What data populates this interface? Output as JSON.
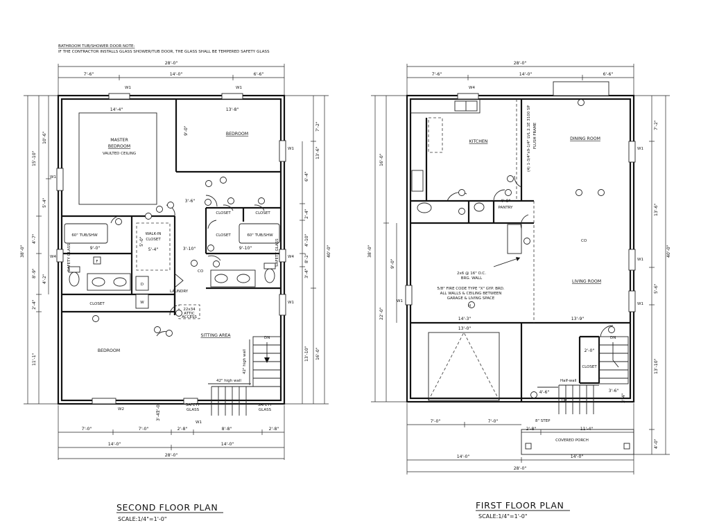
{
  "note": {
    "heading": "BATHROOM TUB/SHOWER DOOR NOTE:",
    "body": "IF THE CONTRACTOR INSTALLS GLASS SHOWER/TUB DOOR, THE GLASS SHALL BE TEMPERED SAFETY GLASS"
  },
  "second_floor": {
    "title": "SECOND FLOOR PLAN",
    "scale": "SCALE:1/4\"=1'-0\"",
    "rooms": {
      "master_a": "MASTER",
      "master_b": "BEDROOM",
      "vaulted": "VAULTED CEILING",
      "bedroom_top": "BEDROOM",
      "closet1": "CLOSET",
      "closet2": "CLOSET",
      "closet3": "CLOSET",
      "walkin_a": "WALK-IN",
      "walkin_b": "CLOSET",
      "tub_left": "60\" TUB/SHW",
      "tub_right": "60\" TUB/SHW",
      "closet_left": "CLOSET",
      "laundry": "LAUNDRY",
      "attic_a": "22x34",
      "attic_b": "ATTIC",
      "attic_c": "ACCESS",
      "sitting": "SITTING AREA",
      "bedroom_bottom": "BEDROOM",
      "safety_left": "SAFETY GLASS",
      "safety_right": "SAFETY GLASS",
      "safety_bot1_a": "SAFETY",
      "safety_bot1_b": "GLASS",
      "safety_bot2_a": "SAFETY",
      "safety_bot2_b": "GLASS",
      "high_wall_v": "42\" high wall",
      "high_wall_h": "42\" high wall",
      "dn": "DN",
      "d": "D",
      "w": "W",
      "f": "F",
      "co": "CO"
    },
    "dims": {
      "overall_top": "28'-0\"",
      "top_a": "7'-6\"",
      "top_b": "14'-0\"",
      "top_c": "6'-6\"",
      "master_w": "14'-4\"",
      "bed_w": "13'-8\"",
      "bed_d": "9'-0\"",
      "hall_a": "3'-6\"",
      "hall_b": "9'-0\"",
      "hall_c": "5'-4\"",
      "hall_d": "3'-10\"",
      "hall_e": "9'-10\"",
      "hall_f": "5'-0\"",
      "bot_a": "7'-0\"",
      "bot_b": "7'-0\"",
      "bot_c": "2'-8\"",
      "bot_d": "8'-8\"",
      "bot_e": "2'-8\"",
      "bot2_a": "14'-0\"",
      "bot2_b": "14'-0\"",
      "overall_bot": "28'-0\"",
      "left_overall": "38'-0\"",
      "left_a": "15'-10\"",
      "left_a1": "10'-6\"",
      "left_a2": "5'-4\"",
      "left_b": "4'-7\"",
      "left_c": "8'-9\"",
      "left_c1": "4'-2\"",
      "left_d": "2'-4\"",
      "left_e": "11'-1\"",
      "right_overall": "40'-0\"",
      "right_a": "7'-2\"",
      "right_b": "13'-6\"",
      "right_c": "6'-4\"",
      "right_d": "2'-4\"",
      "right_e": "4'-10\"",
      "right_f": "8'-2\"",
      "right_g": "3'-4\"",
      "right_h": "16'-0\"",
      "right_i": "13'-10\"",
      "stair_h": "2'-0\"",
      "stair_h2": "3'-4\""
    },
    "tags": {
      "w1_top_left": "W1",
      "w1_top_right": "W1",
      "w1_left": "W1",
      "w1_right_top": "W1",
      "w4_left": "W4",
      "w4_right": "W4",
      "w1_right_mid": "W1",
      "w2": "W2",
      "w1_bottom": "W1"
    }
  },
  "first_floor": {
    "title": "FIRST FLOOR PLAN",
    "scale": "SCALE:1/4\"=1'-0\"",
    "rooms": {
      "kitchen": "KITCHEN",
      "dining": "DINING ROOM",
      "pantry": "PANTRY",
      "living": "LIVING ROOM",
      "closet": "CLOSET",
      "porch": "COVERED PORCH",
      "beam_a": "(4) 1-3/4\"x9-1/4\" LVL 2.1E 3100 SP",
      "beam_b": "FLUSH FRAME",
      "wall_a": "2x6 @ 16\" O.C.",
      "wall_b": "BRG. WALL",
      "fire_a": "5/8\" FIRE CODE TYPE \"X\" GYP. BRD.",
      "fire_b": "ALL WALLS & CEILING BETWEEN",
      "fire_c": "GARAGE & LIVING SPACE",
      "half_wall": "Half-wall",
      "step": "8\" STEP",
      "up": "UP",
      "dn": "DN",
      "co": "CO",
      "h": "H"
    },
    "dims": {
      "overall_top": "28'-0\"",
      "top_a": "7'-6\"",
      "top_b": "14'-0\"",
      "top_c": "6'-6\"",
      "pantry_w": "4'-0\"",
      "garage_a": "14'-3\"",
      "garage_b": "13'-9\"",
      "garage_c": "13'-0\"",
      "stair_a": "2'-0\"",
      "stair_b": "4'-6\"",
      "stair_c": "3'-6\"",
      "stair_d": "3'-4\"",
      "bot_a": "7'-0\"",
      "bot_b": "7'-0\"",
      "bot_c": "2'-8\"",
      "bot_d": "11'-4\"",
      "bot2_a": "14'-0\"",
      "bot2_b": "14'-0\"",
      "overall_bot": "28'-0\"",
      "left_overall": "38'-0\"",
      "left_a": "16'-0\"",
      "left_b": "9'-0\"",
      "left_c": "22'-0\"",
      "right_overall": "40'-0\"",
      "right_a": "7'-2\"",
      "right_b": "13'-6\"",
      "right_c": "5'-6\"",
      "right_d": "13'-10\"",
      "right_e": "4'-0\""
    },
    "tags": {
      "w4_top": "W4",
      "w1_right_a": "W1",
      "w1_right_b": "W1",
      "w1_right_c": "W1",
      "w1_left": "W1"
    }
  }
}
